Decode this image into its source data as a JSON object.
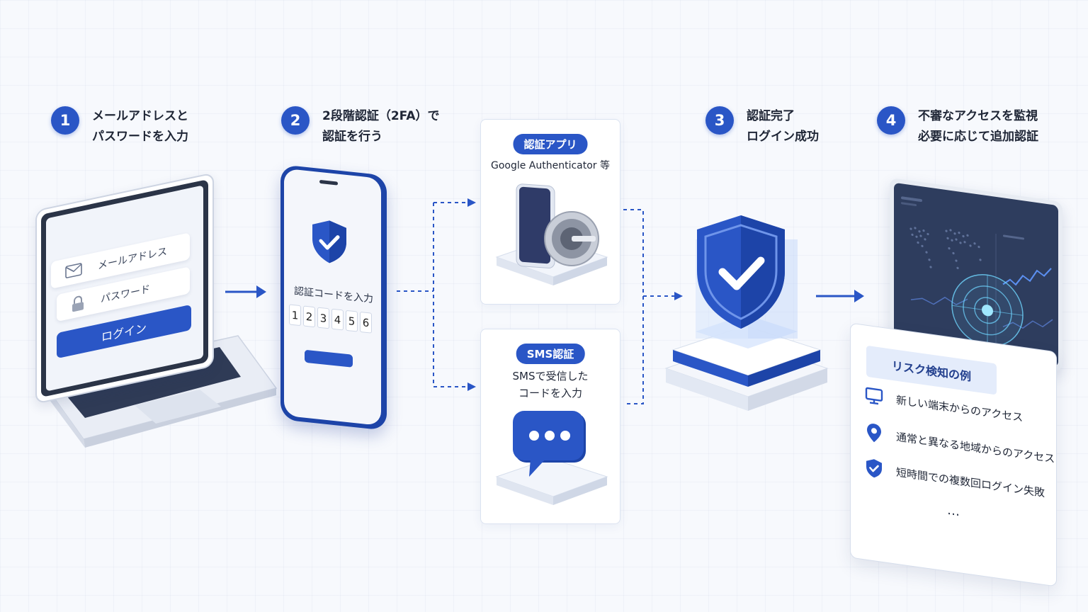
{
  "steps": [
    {
      "number": "1",
      "line1": "メールアドレスと",
      "line2": "パスワードを入力"
    },
    {
      "number": "2",
      "line1": "2段階認証（2FA）で",
      "line2": "認証を行う"
    },
    {
      "number": "3",
      "line1": "認証完了",
      "line2": "ログイン成功"
    },
    {
      "number": "4",
      "line1": "不審なアクセスを監視",
      "line2": "必要に応じて追加認証"
    }
  ],
  "laptop": {
    "email_placeholder": "メールアドレス",
    "password_placeholder": "パスワード",
    "login_label": "ログイン"
  },
  "phone": {
    "prompt": "認証コードを入力",
    "digits": [
      "1",
      "2",
      "3",
      "4",
      "5",
      "6"
    ]
  },
  "methods": {
    "app": {
      "title": "認証アプリ",
      "subtitle": "Google Authenticator 等"
    },
    "sms": {
      "title": "SMS認証",
      "line1": "SMSで受信した",
      "line2": "コードを入力"
    }
  },
  "risk": {
    "title": "リスク検知の例",
    "items": [
      {
        "icon": "monitor-icon",
        "label": "新しい端末からのアクセス"
      },
      {
        "icon": "location-pin-icon",
        "label": "通常と異なる地域からのアクセス"
      },
      {
        "icon": "shield-check-icon",
        "label": "短時間での複数回ログイン失敗"
      }
    ],
    "ellipsis": "…"
  },
  "colors": {
    "accent": "#2a56c6",
    "accent_dark": "#1b3f9c",
    "light_bg": "#f7f9fd",
    "dashboard": "#2e3d5e",
    "radar": "#6fd6ff"
  }
}
